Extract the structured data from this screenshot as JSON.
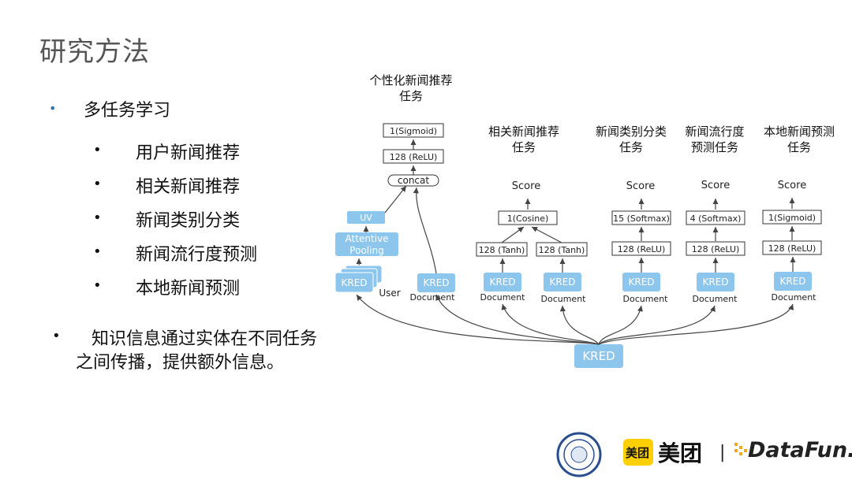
{
  "slide": {
    "title": "研究方法"
  },
  "bullets": {
    "main": "多任务学习",
    "sub": [
      "用户新闻推荐",
      "相关新闻推荐",
      "新闻类别分类",
      "新闻流行度预测",
      "本地新闻预测"
    ],
    "note_line1": "知识信息通过实体在不同任务",
    "note_line2": "之间传播，提供额外信息。"
  },
  "diagram": {
    "tasks": {
      "t1_line1": "个性化新闻推荐",
      "t1_line2": "任务",
      "t2_line1": "相关新闻推荐",
      "t2_line2": "任务",
      "t3_line1": "新闻类别分类",
      "t3_line2": "任务",
      "t4_line1": "新闻流行度",
      "t4_line2": "预测任务",
      "t5_line1": "本地新闻预测",
      "t5_line2": "任务"
    },
    "layers": {
      "sigmoid1": "1(Sigmoid)",
      "relu128a": "128 (ReLU)",
      "concat": "concat",
      "uv": "UV",
      "attentive": "Attentive",
      "pooling": "Pooling",
      "cosine": "1(Cosine)",
      "tanh1": "128 (Tanh)",
      "tanh2": "128 (Tanh)",
      "softmax15": "15 (Softmax)",
      "relu128b": "128 (ReLU)",
      "softmax4": "4 (Softmax)",
      "relu128c": "128 (ReLU)",
      "sigmoid5": "1(Sigmoid)",
      "relu128d": "128 (ReLU)"
    },
    "score": "Score",
    "kred": "KRED",
    "user": "User",
    "document": "Document"
  },
  "logos": {
    "meituan_badge": "美团",
    "meituan_text": "美团",
    "separator": "|",
    "datafun": "DataFun."
  },
  "colors": {
    "accent_blue": "#8CC6EC",
    "bullet_blue": "#2E75B6",
    "meituan_yellow": "#FFD000",
    "datafun_orange": "#F5A623"
  }
}
